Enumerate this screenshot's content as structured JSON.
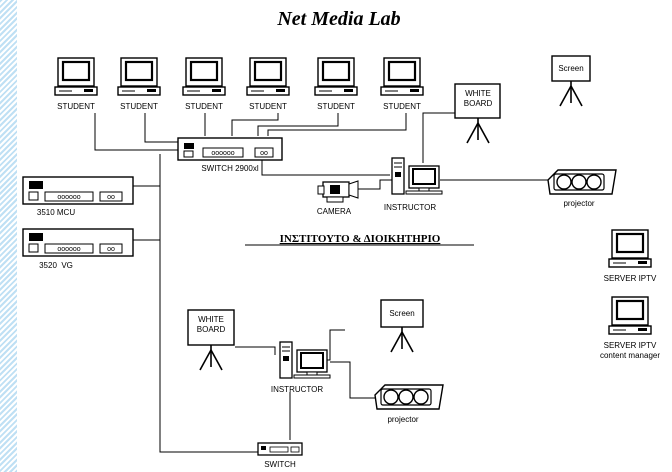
{
  "title": "Net Media Lab",
  "section_title": "ΙΝΣΤΙΤΟΥΤΟ & ΔΙΟΙΚΗΤΗΡΙΟ",
  "students": [
    "STUDENT",
    "STUDENT",
    "STUDENT",
    "STUDENT",
    "STUDENT",
    "STUDENT"
  ],
  "switch_main": "SWITCH 2900xl",
  "mcu": "3510 MCU",
  "vg": "3520  VG",
  "camera": "CAMERA",
  "instructor_top": "INSTRUCTOR",
  "whiteboard_top": [
    "WHITE",
    "BOARD"
  ],
  "screen_top": "Screen",
  "projector_top": "projector",
  "server_iptv": "SERVER IPTV",
  "server_iptv_cm": [
    "SERVER IPTV",
    "content manager"
  ],
  "whiteboard_bottom": [
    "WHITE",
    "BOARD"
  ],
  "screen_bottom": "Screen",
  "instructor_bottom": "INSTRUCTOR",
  "projector_bottom": "projector",
  "switch_bottom": "SWITCH",
  "icons": [
    "computer-icon",
    "network-switch-icon",
    "video-camera-icon",
    "whiteboard-icon",
    "projection-screen-icon",
    "projector-icon",
    "tower-pc-icon"
  ],
  "colors": {
    "background": "#ffffff",
    "lines": "#000000",
    "stripe": "#bfe0f4"
  }
}
